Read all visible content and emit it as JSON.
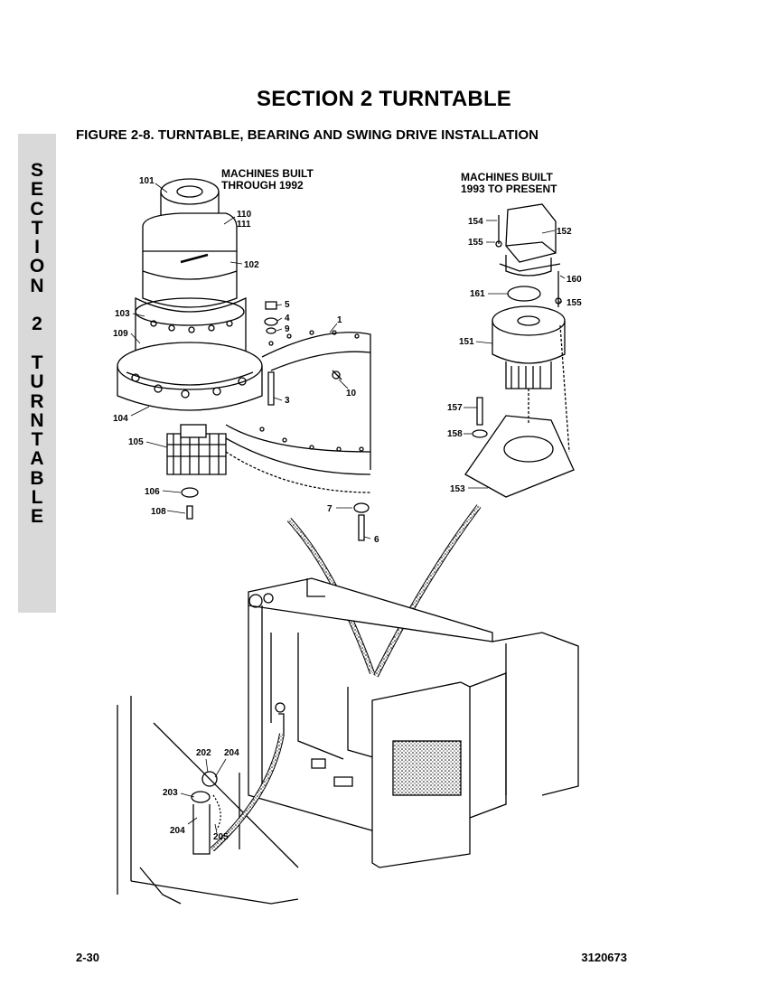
{
  "header": {
    "section_title": "SECTION 2   TURNTABLE"
  },
  "figure": {
    "title": "FIGURE 2-8.   TURNTABLE, BEARING AND SWING DRIVE INSTALLATION",
    "note_left": [
      "MACHINES BUILT",
      "THROUGH 1992"
    ],
    "note_right": [
      "MACHINES BUILT",
      "1993 TO PRESENT"
    ],
    "callouts": {
      "c101": "101",
      "c110": "110",
      "c111": "111",
      "c102": "102",
      "c103": "103",
      "c109": "109",
      "c104": "104",
      "c105": "105",
      "c106": "106",
      "c108": "108",
      "c5": "5",
      "c4": "4",
      "c9": "9",
      "c1": "1",
      "c3": "3",
      "c10": "10",
      "c7": "7",
      "c6": "6",
      "c154": "154",
      "c152": "152",
      "c155a": "155",
      "c160": "160",
      "c161": "161",
      "c155b": "155",
      "c151": "151",
      "c157": "157",
      "c158": "158",
      "c153": "153",
      "c202": "202",
      "c204a": "204",
      "c203": "203",
      "c204b": "204",
      "c205": "205"
    }
  },
  "side_tab": {
    "line1": [
      "S",
      "E",
      "C",
      "T",
      "I",
      "O",
      "N"
    ],
    "line2": [
      "2"
    ],
    "line3": [
      "T",
      "U",
      "R",
      "N",
      "T",
      "A",
      "B",
      "L",
      "E"
    ]
  },
  "footer": {
    "page_number": "2-30",
    "doc_number": "3120673"
  }
}
